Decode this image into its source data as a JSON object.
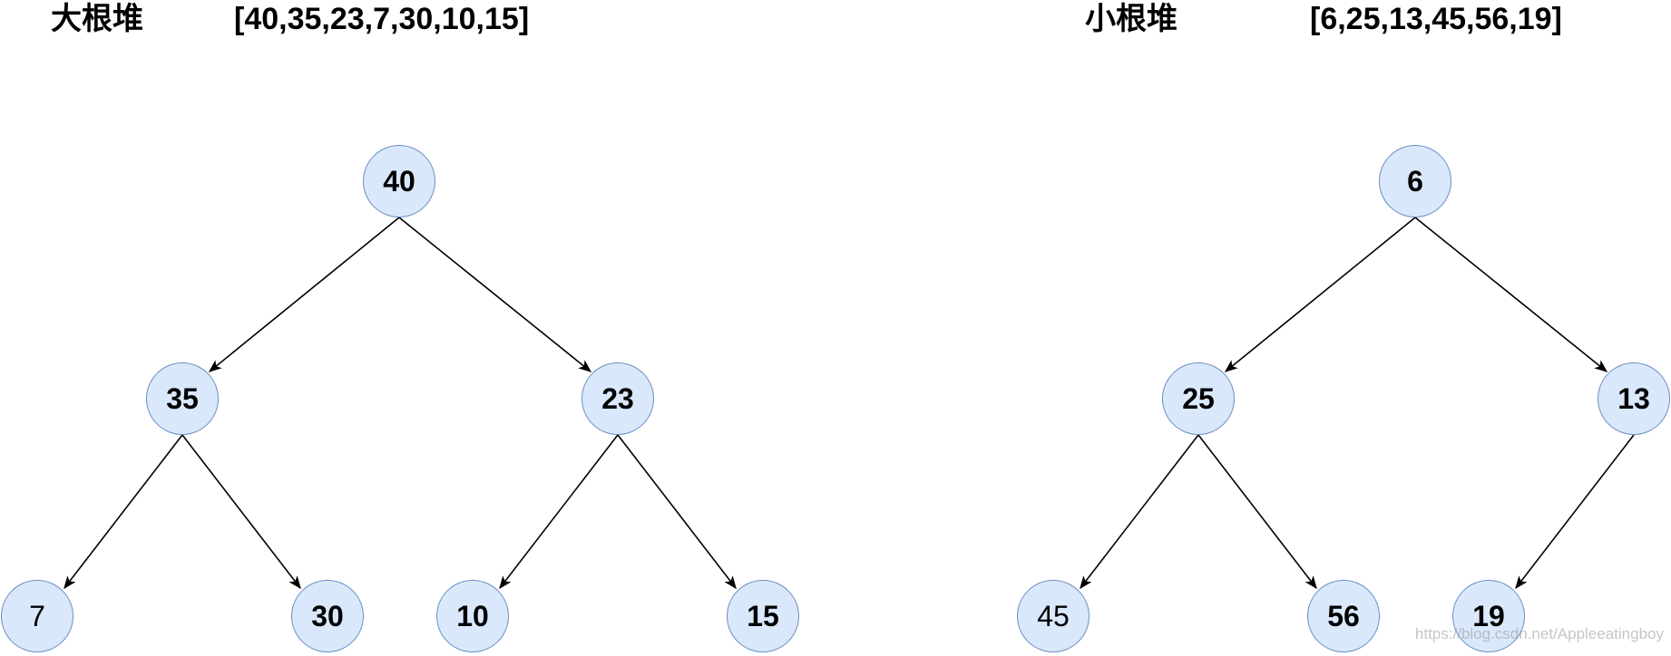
{
  "max_heap": {
    "title": "大根堆",
    "array_text": "[40,35,23,7,30,10,15]",
    "nodes": [
      {
        "id": "n40",
        "value": "40",
        "bold": true
      },
      {
        "id": "n35",
        "value": "35",
        "bold": true
      },
      {
        "id": "n23",
        "value": "23",
        "bold": true
      },
      {
        "id": "n7",
        "value": "7",
        "bold": false
      },
      {
        "id": "n30",
        "value": "30",
        "bold": true
      },
      {
        "id": "n10",
        "value": "10",
        "bold": true
      },
      {
        "id": "n15",
        "value": "15",
        "bold": true
      }
    ]
  },
  "min_heap": {
    "title": "小根堆",
    "array_text": "[6,25,13,45,56,19]",
    "nodes": [
      {
        "id": "m6",
        "value": "6",
        "bold": true
      },
      {
        "id": "m25",
        "value": "25",
        "bold": true
      },
      {
        "id": "m13",
        "value": "13",
        "bold": true
      },
      {
        "id": "m45",
        "value": "45",
        "bold": false
      },
      {
        "id": "m56",
        "value": "56",
        "bold": true
      },
      {
        "id": "m19",
        "value": "19",
        "bold": true
      }
    ]
  },
  "colors": {
    "node_fill": "#dae8fc",
    "node_stroke": "#6c8ebf",
    "edge": "#000000"
  },
  "watermark": "https://blog.csdn.net/Appleeatingboy"
}
